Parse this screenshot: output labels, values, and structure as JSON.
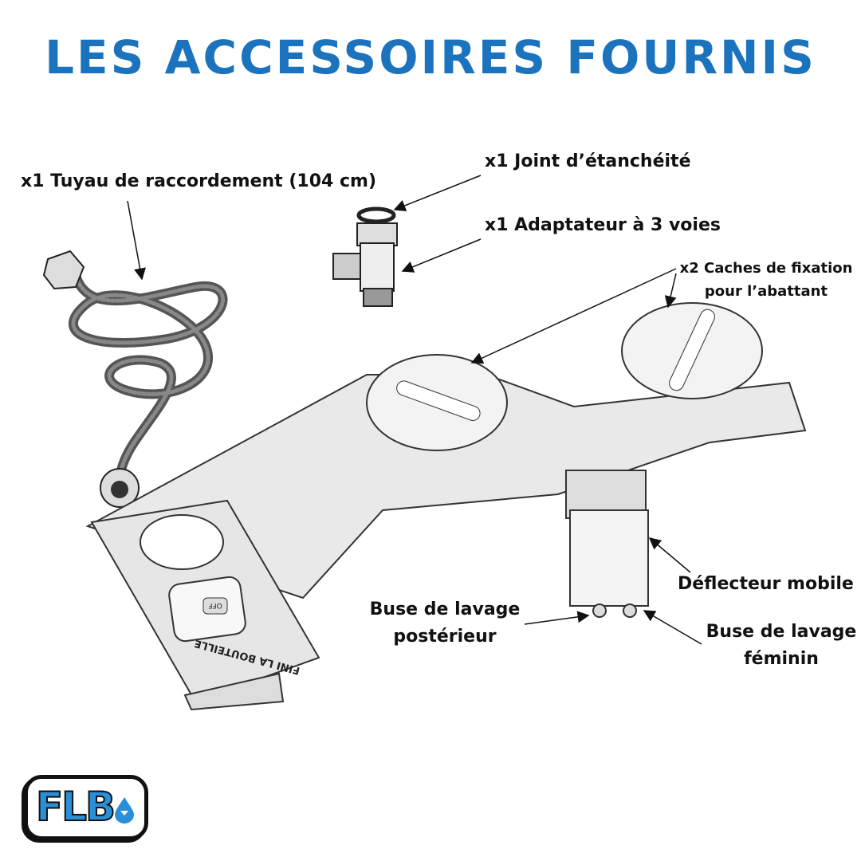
{
  "title": "LES ACCESSOIRES FOURNIS",
  "labels": {
    "hose": "x1 Tuyau de raccordement (104 cm)",
    "seal": "x1 Joint d’étanchéité",
    "adapter": "x1 Adaptateur à 3 voies",
    "caps_line1": "x2 Caches de fixation",
    "caps_line2": "pour l’abattant",
    "deflector": "Déflecteur mobile",
    "rear_nozzle_line1": "Buse de lavage",
    "rear_nozzle_line2": "postérieur",
    "fem_nozzle_line1": "Buse de lavage",
    "fem_nozzle_line2": "féminin"
  },
  "device": {
    "brand_print": "FINI LA BOUTEILLE",
    "off_button": "OFF"
  },
  "logo": {
    "text": "FLB"
  },
  "colors": {
    "title": "#1b73bd",
    "logo": "#2a8fd6"
  }
}
